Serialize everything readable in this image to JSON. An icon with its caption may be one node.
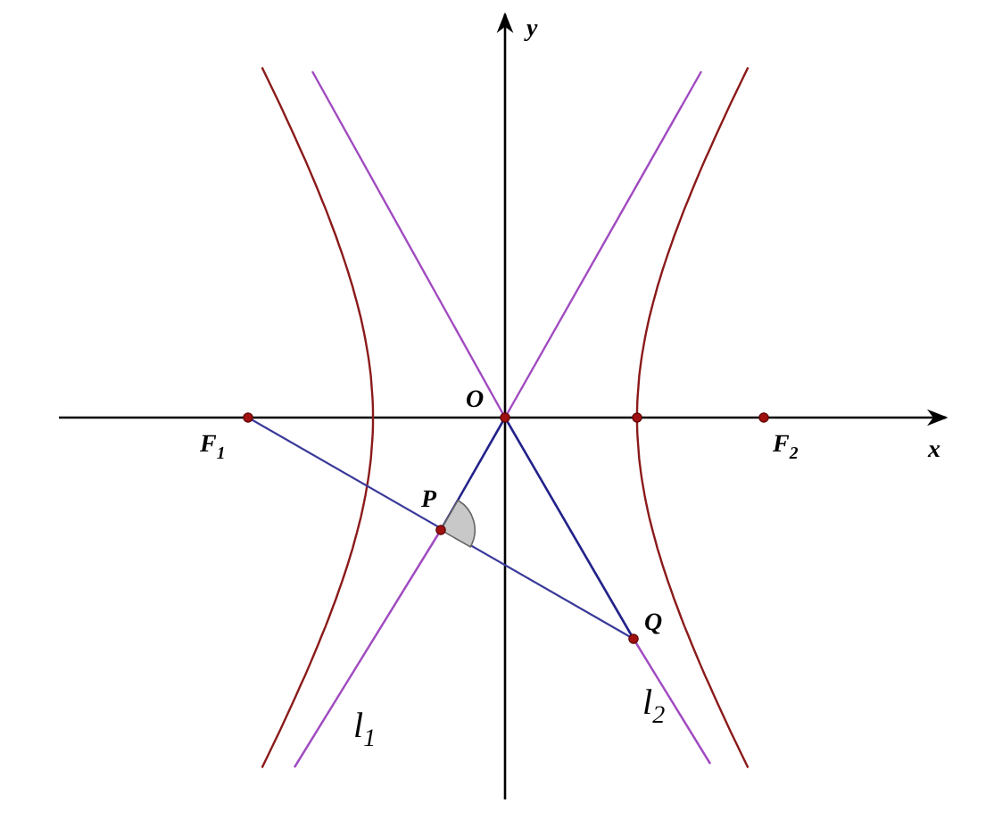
{
  "diagram": {
    "labels": [
      "y",
      "O",
      "x",
      "F$_{1}$",
      "F$_{2}$",
      "P",
      "Q",
      "l$_{1}$",
      "l$_{2}$"
    ]
  }
}
